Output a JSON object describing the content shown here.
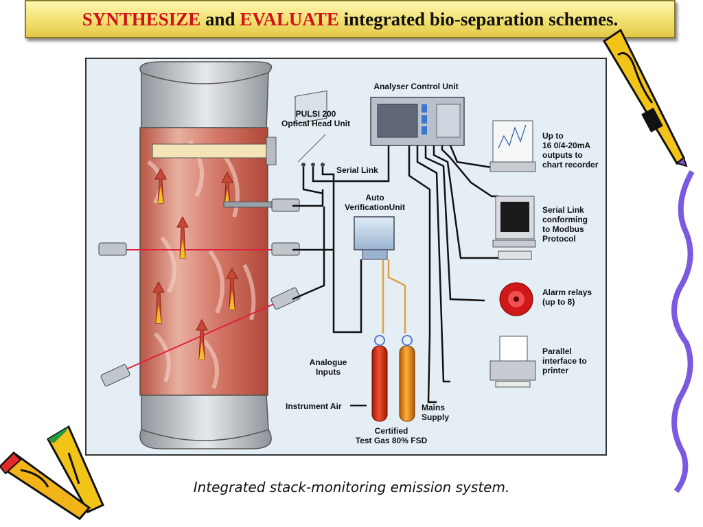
{
  "title": {
    "part1": "SYNTHESIZE",
    "and": " and ",
    "part2": "EVALUATE",
    "rest": " integrated bio-separation schemes."
  },
  "diagram": {
    "labels": {
      "analyser_control_unit": "Analyser Control Unit",
      "optical_head_line1": "PULSI 200",
      "optical_head_line2": "Optical Head Unit",
      "serial_link": "Serial Link",
      "auto_verification_line1": "Auto",
      "auto_verification_line2": "VerificationUnit",
      "outputs_line1": "Up to",
      "outputs_line2": "16 0/4-20mA",
      "outputs_line3": "outputs to",
      "outputs_line4": "chart recorder",
      "modbus_line1": "Serial Link",
      "modbus_line2": "conforming",
      "modbus_line3": "to Modbus",
      "modbus_line4": "Protocol",
      "alarm_line1": "Alarm relays",
      "alarm_line2": "(up to 8)",
      "printer_line1": "Parallel",
      "printer_line2": "interface to",
      "printer_line3": "printer",
      "analogue_line1": "Analogue",
      "analogue_line2": "Inputs",
      "instrument_air": "Instrument Air",
      "mains_line1": "Mains",
      "mains_line2": "Supply",
      "certified_line1": "Certified",
      "certified_line2": "Test Gas 80% FSD"
    }
  },
  "caption": "Integrated stack-monitoring emission system.",
  "colors": {
    "title_red": "#d0101a",
    "title_bg": "#f2e070",
    "stack_flame": "#c84838",
    "pipe_grey": "#b8bcc2"
  }
}
